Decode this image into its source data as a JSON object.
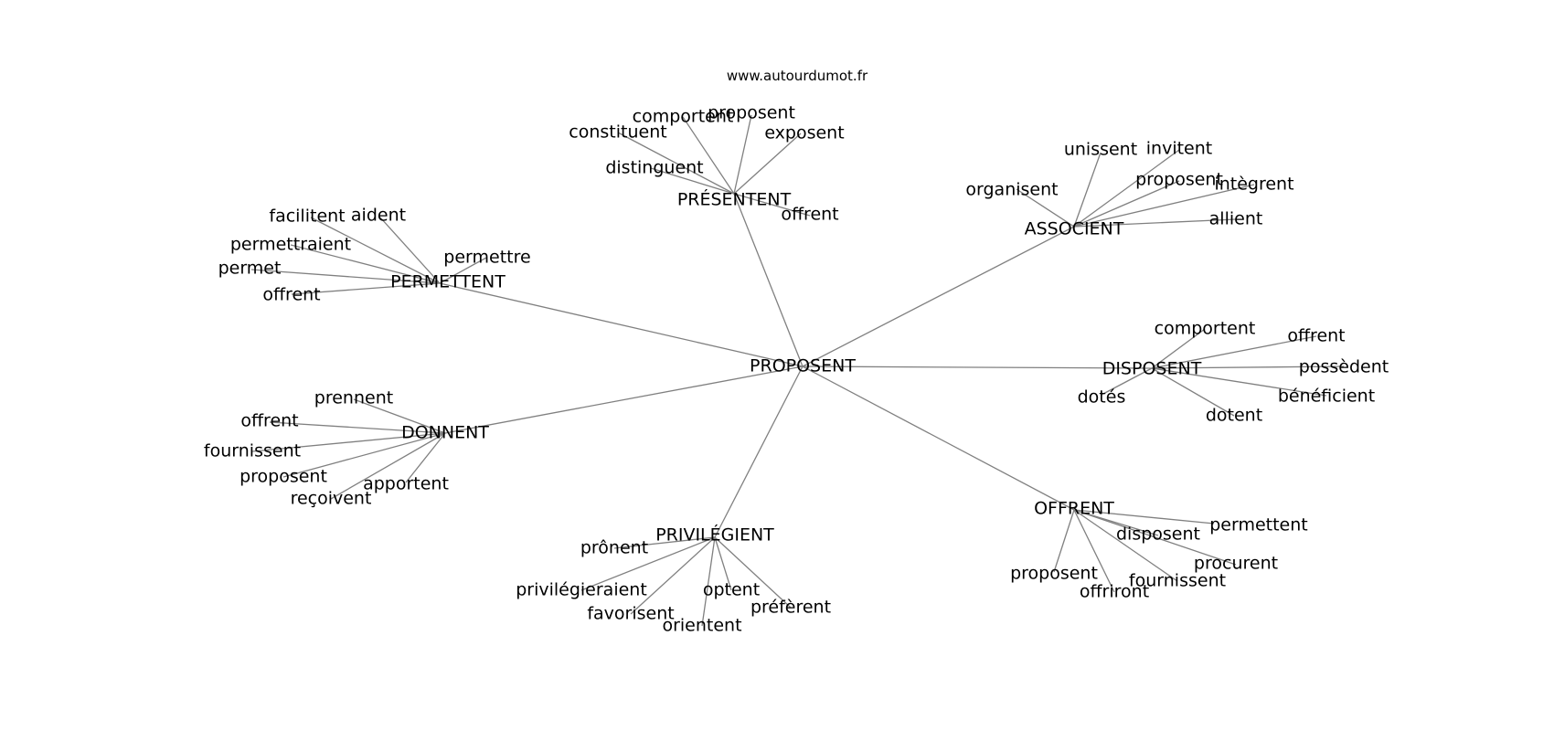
{
  "source": "www.autourdumot.fr",
  "colors": {
    "edge": "#808080",
    "text": "#000000",
    "background": "#ffffff"
  },
  "center": "PROPOSENT",
  "groups": [
    {
      "label": "PRÉSENTENT",
      "words": [
        "comportent",
        "proposent",
        "constituent",
        "exposent",
        "distinguent",
        "offrent"
      ]
    },
    {
      "label": "ASSOCIENT",
      "words": [
        "unissent",
        "invitent",
        "organisent",
        "proposent",
        "intègrent",
        "allient"
      ]
    },
    {
      "label": "PERMETTENT",
      "words": [
        "facilitent",
        "aident",
        "permettraient",
        "permettre",
        "permet",
        "offrent"
      ]
    },
    {
      "label": "DISPOSENT",
      "words": [
        "comportent",
        "offrent",
        "possèdent",
        "dotés",
        "bénéficient",
        "dotent"
      ]
    },
    {
      "label": "DONNENT",
      "words": [
        "prennent",
        "offrent",
        "fournissent",
        "proposent",
        "apportent",
        "reçoivent"
      ]
    },
    {
      "label": "OFFRENT",
      "words": [
        "permettent",
        "disposent",
        "procurent",
        "proposent",
        "fournissent",
        "offriront"
      ]
    },
    {
      "label": "PRIVILÉGIENT",
      "words": [
        "prônent",
        "privilégieraient",
        "optent",
        "favorisent",
        "préfèrent",
        "orientent"
      ]
    }
  ]
}
